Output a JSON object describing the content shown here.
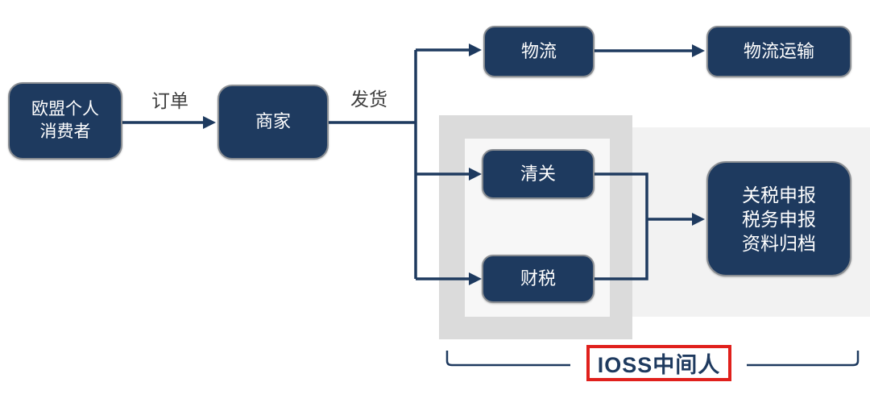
{
  "colors": {
    "navy": "#1E3A5F",
    "box_border": "#898D92",
    "group_outer_gray": "#DBDBDB",
    "group_inner_white": "#F7F7F7",
    "right_panel_gray": "#F2F2F2",
    "highlight_red": "#E0201C",
    "edge_label_text": "#3F3F3F",
    "box_text": "#FFFFFF"
  },
  "nodes": {
    "consumer": {
      "lines": [
        "欧盟个人",
        "消费者"
      ]
    },
    "merchant": {
      "label": "商家"
    },
    "logistics": {
      "label": "物流"
    },
    "logistics_transport": {
      "label": "物流运输"
    },
    "customs": {
      "label": "清关"
    },
    "finance_tax": {
      "label": "财税"
    },
    "declaration": {
      "lines": [
        "关税申报",
        "税务申报",
        "资料归档"
      ]
    }
  },
  "edge_labels": {
    "order": "订单",
    "ship": "发货"
  },
  "bracket": {
    "label": "IOSS中间人"
  }
}
